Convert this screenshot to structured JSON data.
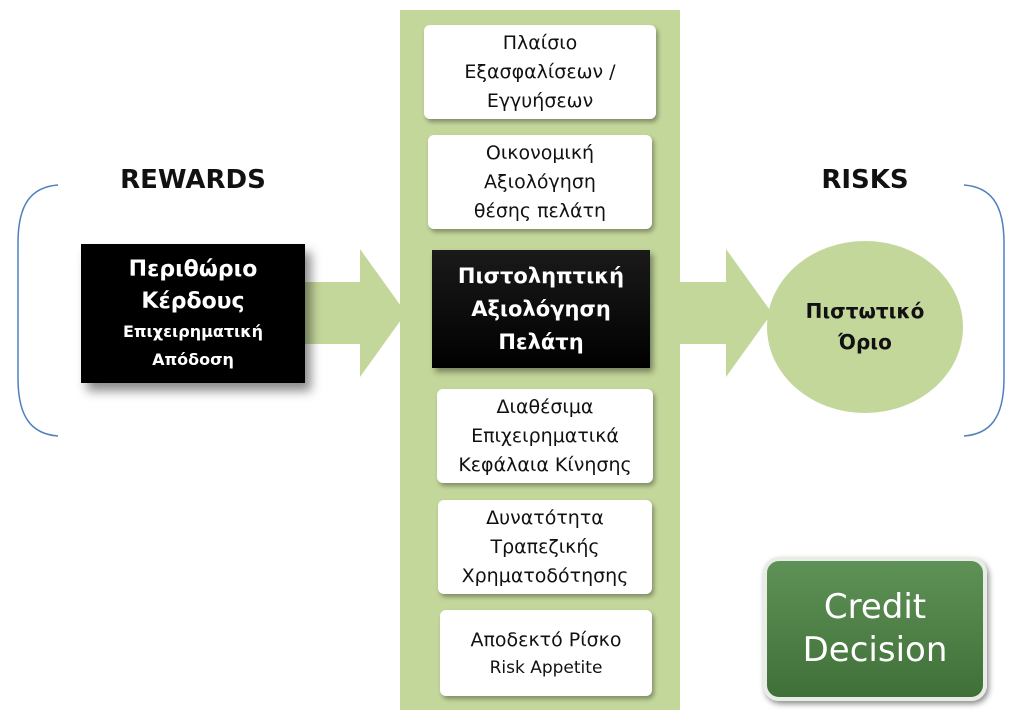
{
  "headings": {
    "rewards": "REWARDS",
    "risks": "RISKS"
  },
  "left_box": {
    "line1": "Περιθώριο",
    "line2": "Κέρδους",
    "line3": "Επιχειρηματική",
    "line4": "Απόδοση"
  },
  "center_box": {
    "line1": "Πιστοληπτική",
    "line2": "Αξιολόγηση",
    "line3": "Πελάτη"
  },
  "cards": {
    "collateral": {
      "line1": "Πλαίσιο",
      "line2": "Εξασφαλίσεων /",
      "line3": "Εγγυήσεων"
    },
    "financial": {
      "line1": "Οικονομική",
      "line2": "Αξιολόγηση",
      "line3": "θέσης πελάτη"
    },
    "capital": {
      "line1": "Διαθέσιμα",
      "line2": "Επιχειρηματικά",
      "line3": "Κεφάλαια Κίνησης"
    },
    "financing": {
      "line1": "Δυνατότητα",
      "line2": "Τραπεζικής",
      "line3": "Χρηματοδότησης"
    },
    "risk": {
      "line1": "Αποδεκτό Ρίσκο",
      "line2": "Risk Appetite"
    }
  },
  "circle": {
    "line1": "Πιστωτικό",
    "line2": "Όριο"
  },
  "decision": {
    "line1": "Credit",
    "line2": "Decision"
  },
  "colors": {
    "column_green": "#c4d79b",
    "decision_green": "#4f8247",
    "bracket_blue": "#4f81bd"
  }
}
